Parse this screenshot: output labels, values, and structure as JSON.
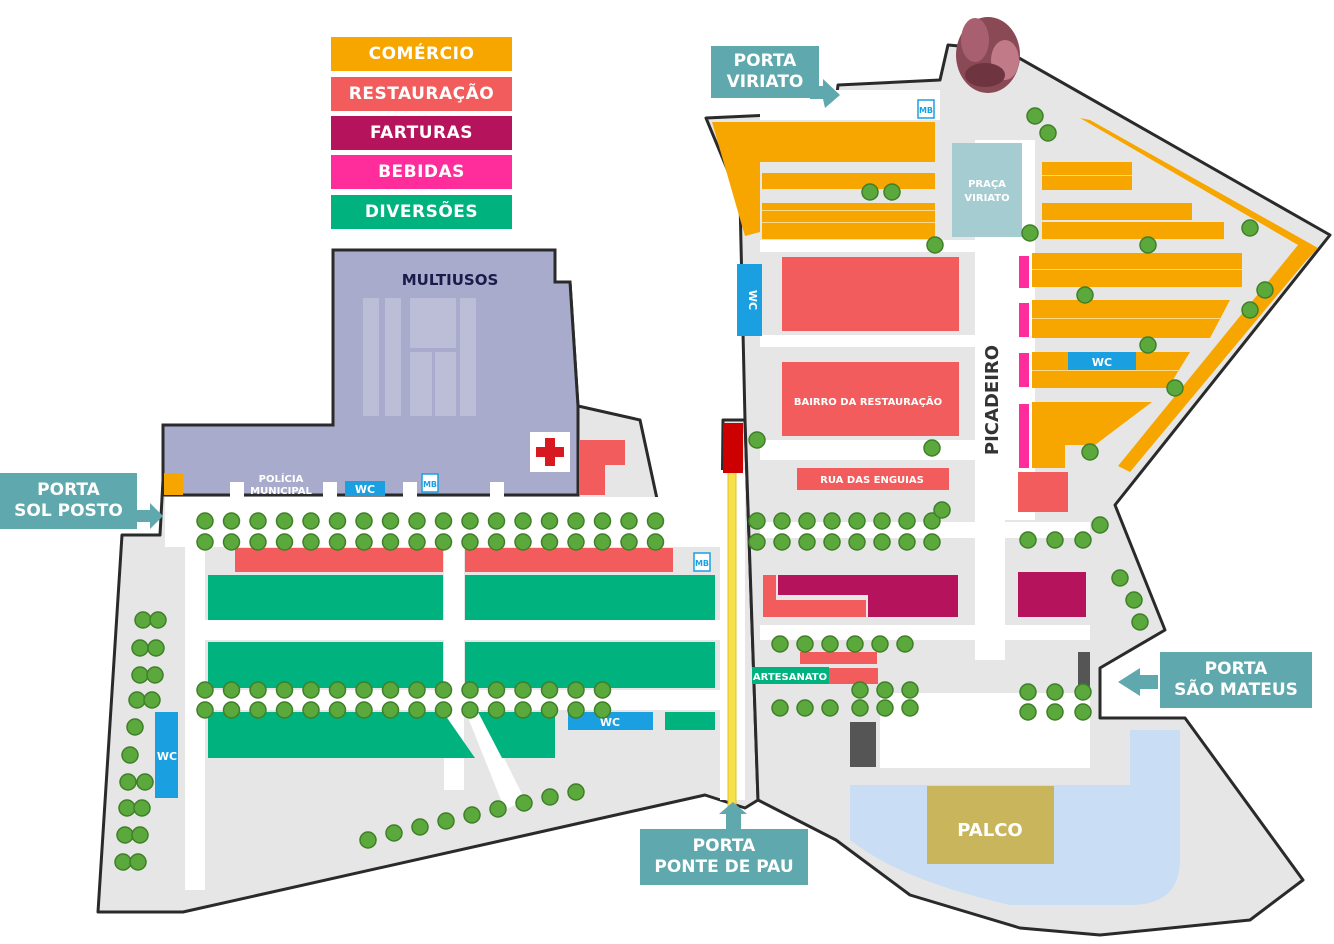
{
  "legend": [
    {
      "label": "COMÉRCIO",
      "color": "#f7a600"
    },
    {
      "label": "RESTAURAÇÃO",
      "color": "#f25c5c"
    },
    {
      "label": "FARTURAS",
      "color": "#b5145c"
    },
    {
      "label": "BEBIDAS",
      "color": "#ff2d9b"
    },
    {
      "label": "DIVERSÕES",
      "color": "#00b37e"
    }
  ],
  "gates": {
    "viriato": [
      "PORTA",
      "VIRIATO"
    ],
    "sol_posto": [
      "PORTA",
      "SOL POSTO"
    ],
    "ponte_pau": [
      "PORTA",
      "PONTE DE PAU"
    ],
    "sao_mateus": [
      "PORTA",
      "SÃO MATEUS"
    ]
  },
  "areas": {
    "multiusos": "MULTIUSOS",
    "policia": [
      "POLÍCIA",
      "MUNICIPAL"
    ],
    "wc": "WC",
    "mb": "MB",
    "praca_viriato": [
      "PRAÇA",
      "VIRIATO"
    ],
    "bairro": "BAIRRO DA RESTAURAÇÃO",
    "rua_enguias": "RUA DAS ENGUIAS",
    "picadeiro": "PICADEIRO",
    "artesanato": "ARTESANATO",
    "palco": "PALCO"
  },
  "colors": {
    "gate": "#5fa8ad",
    "ground": "#e6e6e6",
    "outline": "#2a2a2a",
    "multiusos": "#a9abcc",
    "wc": "#1a9fe0",
    "palco": "#c9b55c",
    "water": "#c9def4",
    "praca": "#a5cdd1",
    "tree": "#5ba83c"
  }
}
